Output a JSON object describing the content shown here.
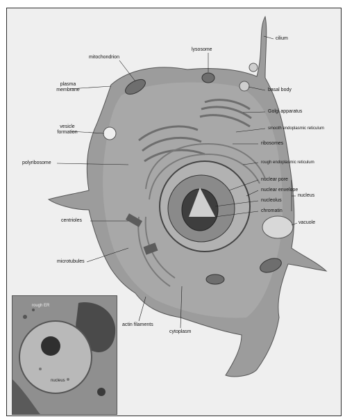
{
  "labels": {
    "cilium": "cilium",
    "lysosome": "lysosome",
    "mitochondrion": "mitochondrion",
    "plasma_membrane": "plasma membrane",
    "basal_body": "basal body",
    "golgi": "Golgi apparatus",
    "smooth_er": "smooth endoplasmic reticulum",
    "vesicle": "vesicle formation",
    "ribosomes": "ribosomes",
    "rough_er": "rough endoplasmic reticulum",
    "polyribosome": "polyribosome",
    "nuclear_pore": "nuclear pore",
    "nuclear_envelope": "nuclear envelope",
    "nucleolus": "nucleolus",
    "chromatin": "chromatin",
    "nucleus": "nucleus",
    "vacuole": "vacuole",
    "centrioles": "centrioles",
    "microtubules": "microtubules",
    "actin": "actin filaments",
    "cytoplasm": "cytoplasm"
  },
  "micrograph": {
    "label_top": "rough ER",
    "label_center": "nucleus"
  },
  "colors": {
    "cell_fill": "#9c9c9c",
    "nucleus_fill": "#b2b2b2",
    "organelle": "#6e6e6e",
    "leader_line": "#1a1a1a"
  }
}
